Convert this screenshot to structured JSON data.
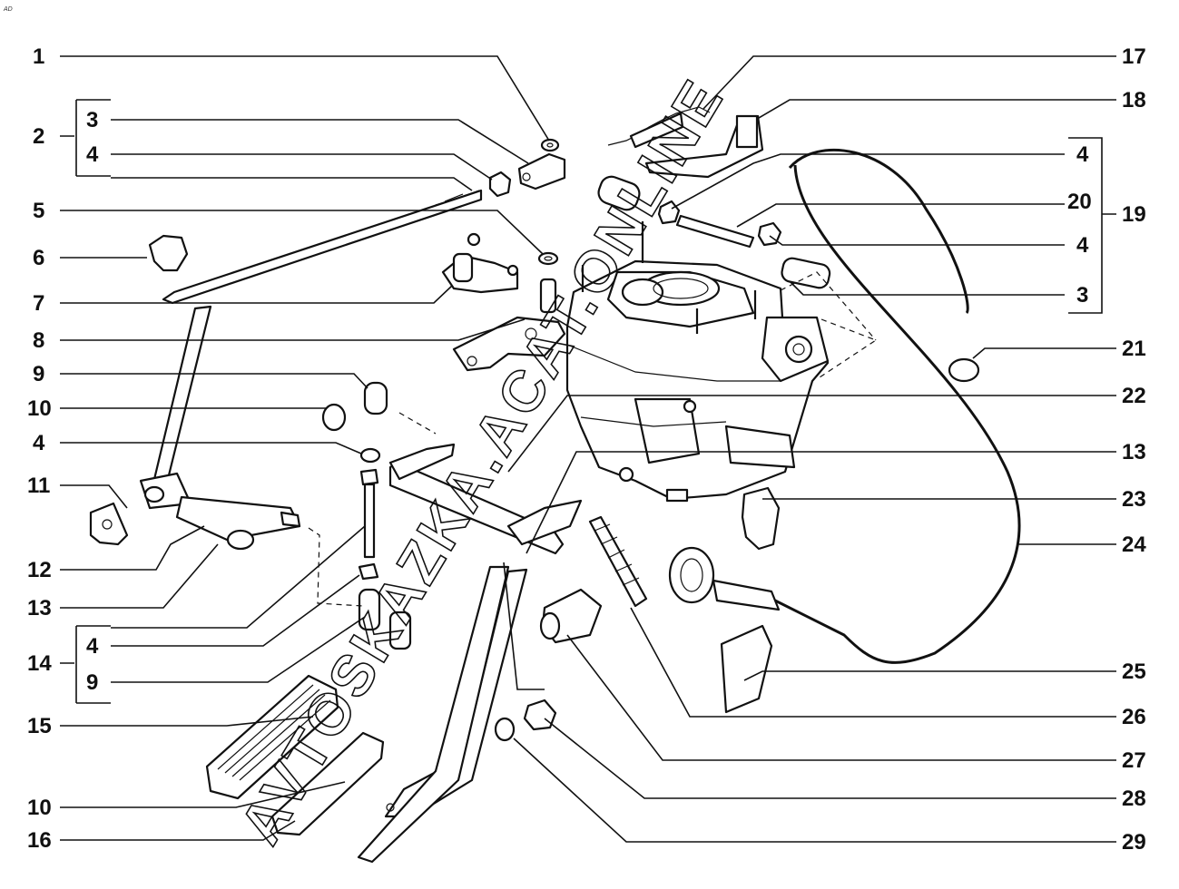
{
  "corner_mark": "AD",
  "watermark": "AVTOSKAZKA.ACAT.ONLINE",
  "callouts": {
    "left": [
      "1",
      "2",
      "3",
      "4",
      "5",
      "6",
      "7",
      "8",
      "9",
      "10",
      "4",
      "11",
      "12",
      "13",
      "14",
      "4",
      "9",
      "15",
      "10",
      "16"
    ],
    "right": [
      "17",
      "18",
      "4",
      "20",
      "19",
      "4",
      "3",
      "21",
      "22",
      "13",
      "23",
      "24",
      "25",
      "26",
      "27",
      "28",
      "29"
    ]
  }
}
